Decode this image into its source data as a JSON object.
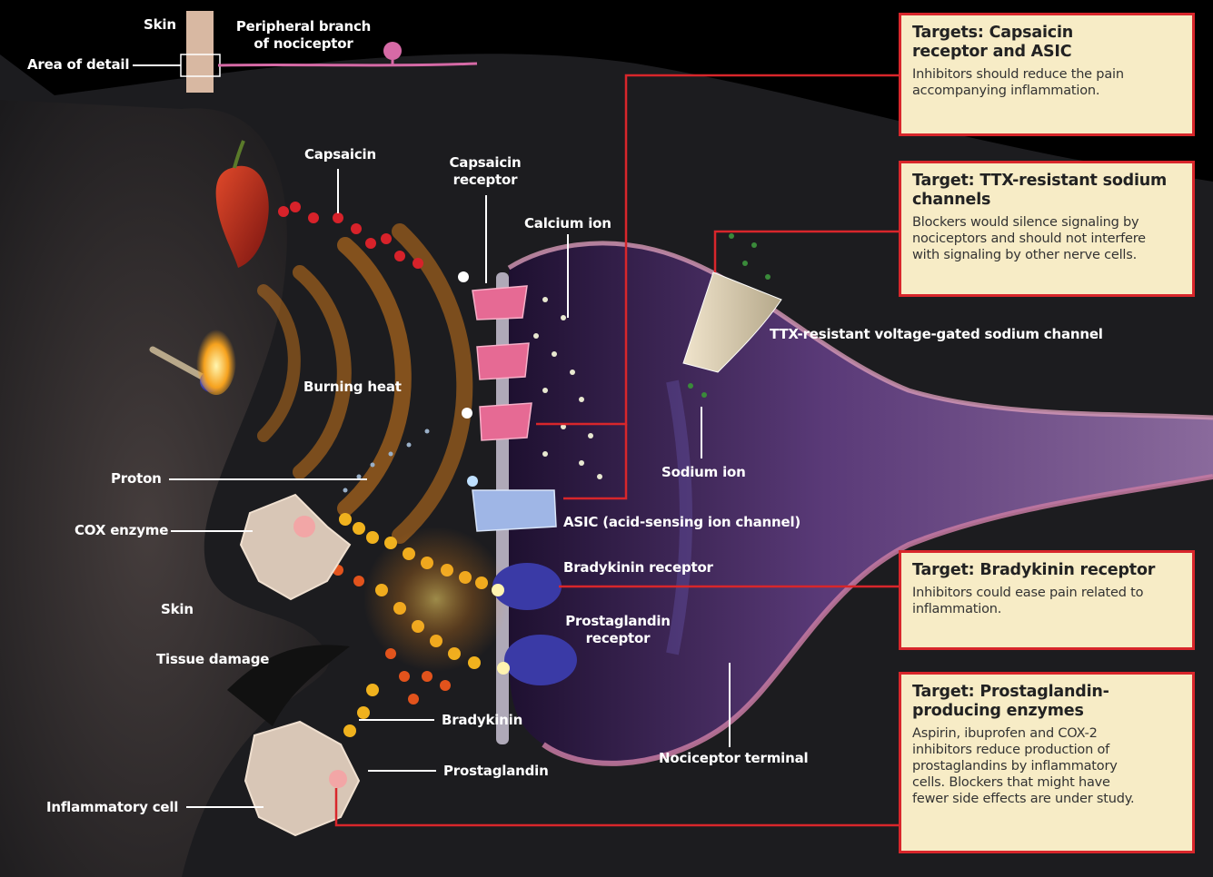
{
  "labels": {
    "skin_top": "Skin",
    "peripheral_branch": "Peripheral branch\nof nociceptor",
    "area_of_detail": "Area of detail",
    "capsaicin": "Capsaicin",
    "capsaicin_receptor": "Capsaicin\nreceptor",
    "calcium_ion": "Calcium ion",
    "ttx_channel": "TTX-resistant voltage-gated sodium channel",
    "burning_heat": "Burning heat",
    "proton": "Proton",
    "sodium_ion": "Sodium ion",
    "cox_enzyme": "COX enzyme",
    "asic": "ASIC (acid-sensing ion channel)",
    "bradykinin_receptor": "Bradykinin receptor",
    "skin": "Skin",
    "prostaglandin_receptor": "Prostaglandin\nreceptor",
    "tissue_damage": "Tissue damage",
    "bradykinin": "Bradykinin",
    "nociceptor_terminal": "Nociceptor terminal",
    "prostaglandin": "Prostaglandin",
    "inflammatory_cell": "Inflammatory cell"
  },
  "boxes": {
    "capsaicin_asic": {
      "title": "Targets: Capsaicin\nreceptor and ASIC",
      "body": "Inhibitors should reduce the pain\naccompanying inflammation."
    },
    "ttx": {
      "title": "Target: TTX-resistant sodium\nchannels",
      "body": "Blockers would silence signaling by\nnociceptors and should not interfere\nwith signaling by other nerve cells."
    },
    "bradykinin": {
      "title": "Target: Bradykinin receptor",
      "body": "Inhibitors could ease pain related to\ninflammation."
    },
    "prostaglandin": {
      "title": "Target: Prostaglandin-\nproducing enzymes",
      "body": "Aspirin, ibuprofen and COX-2\ninhibitors reduce production of\nprostaglandins by inflammatory\ncells. Blockers that might have\nfewer side effects are under study."
    }
  },
  "colors": {
    "target_border": "#d8262b",
    "target_fill": "#f7ecc6",
    "heat": "#f08a1c",
    "nerve": "#b34f86"
  }
}
